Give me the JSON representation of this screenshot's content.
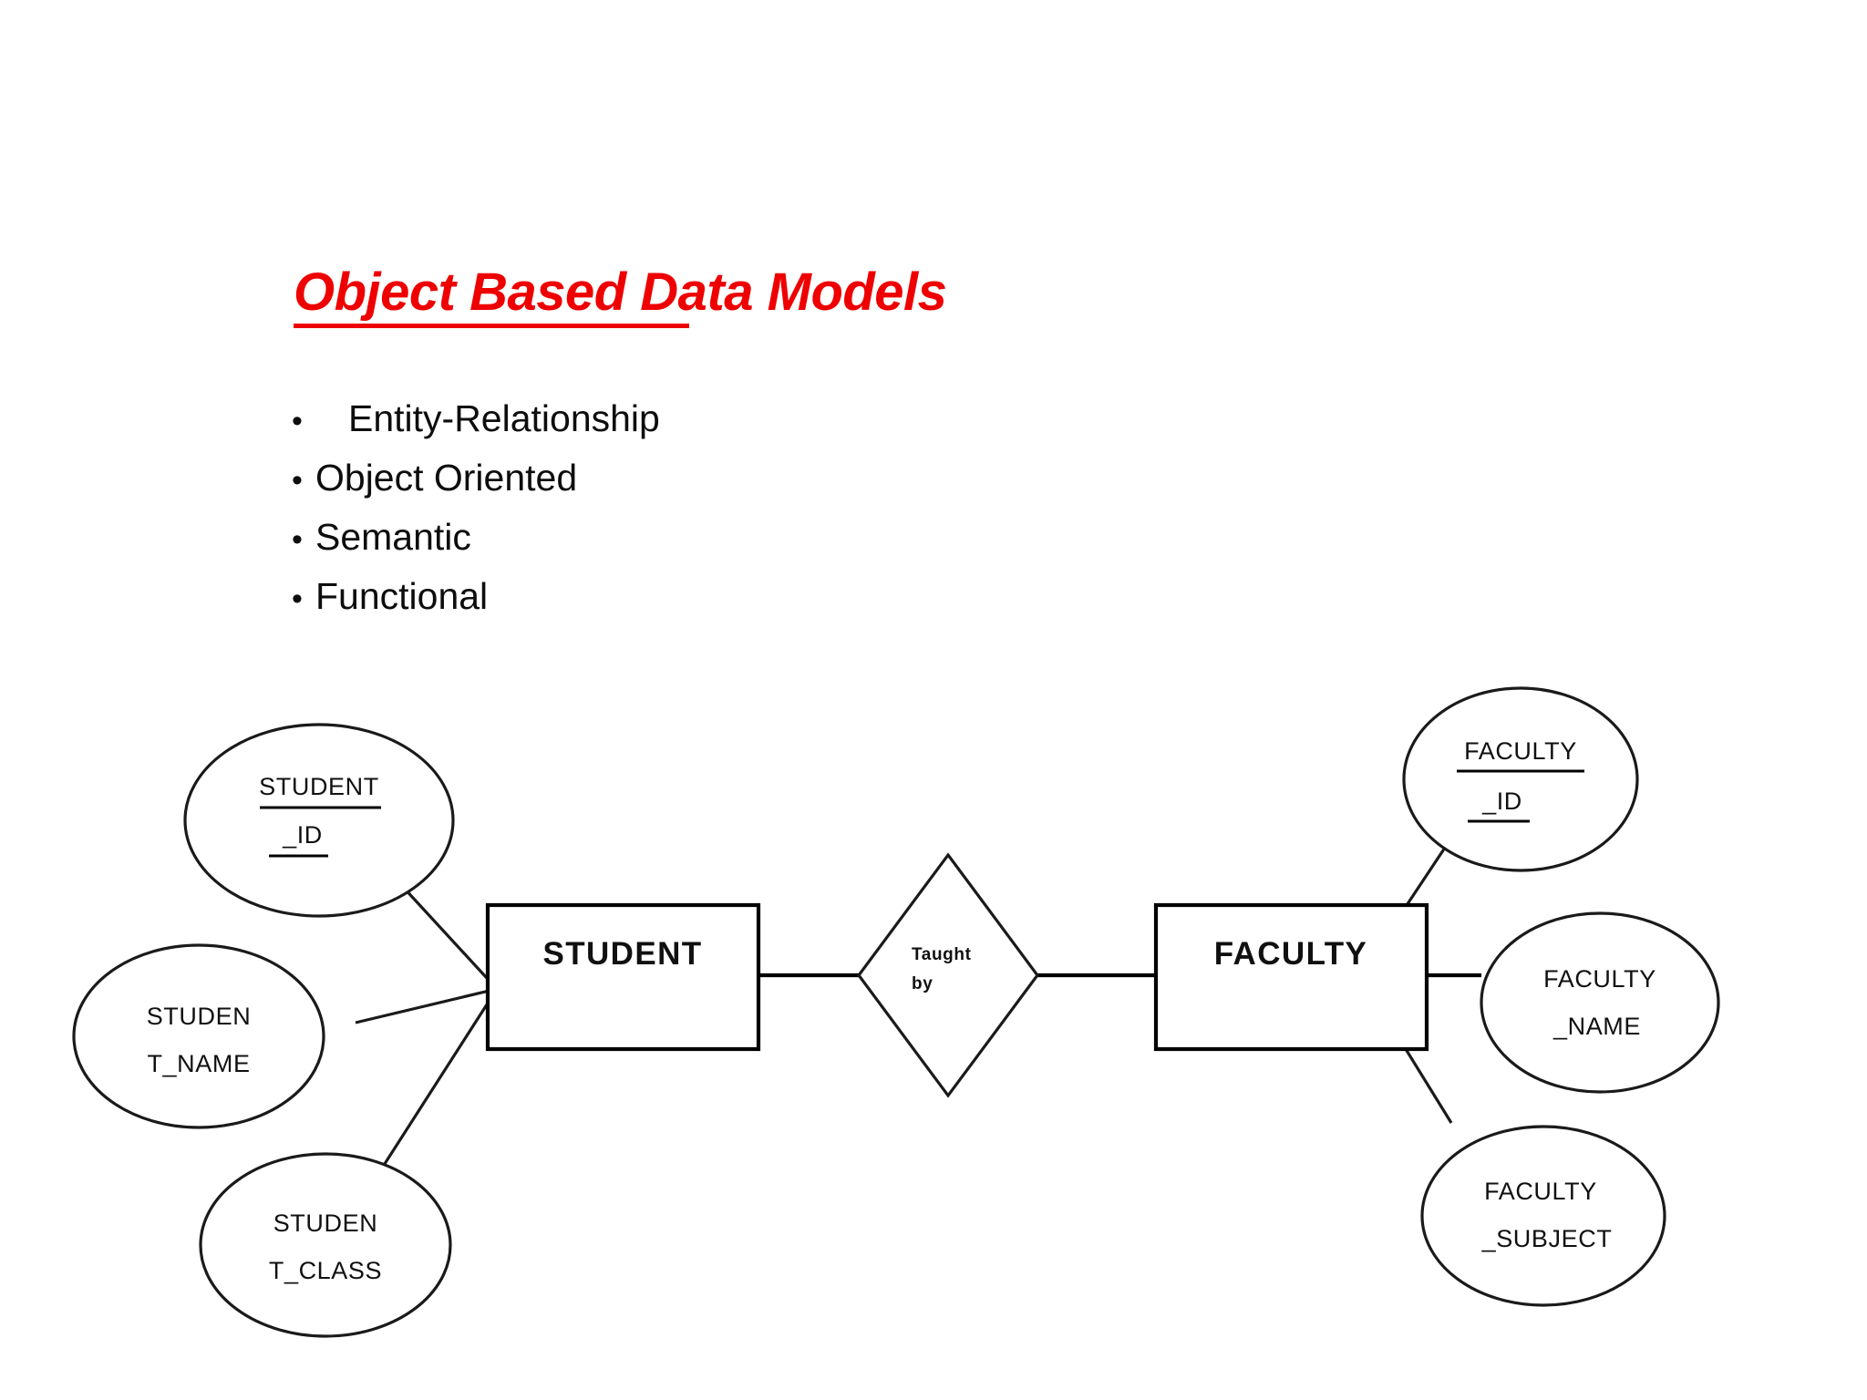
{
  "slide": {
    "title": "Object Based Data Models",
    "title_color": "#ee0000",
    "background_color": "#ffffff",
    "bullets": [
      {
        "marker": "•",
        "label": "Entity-Relationship",
        "indent": "wide"
      },
      {
        "marker": "•",
        "label": "Object Oriented",
        "indent": "narrow"
      },
      {
        "marker": "•",
        "label": "Semantic",
        "indent": "narrow"
      },
      {
        "marker": "•",
        "label": "Functional",
        "indent": "narrow"
      }
    ]
  },
  "diagram": {
    "type": "entity-relationship",
    "entities": [
      {
        "id": "student",
        "label": "STUDENT"
      },
      {
        "id": "faculty",
        "label": "FACULTY"
      }
    ],
    "relationships": [
      {
        "id": "taught-by",
        "line1": "Taught",
        "line2": "by",
        "connects": [
          "STUDENT",
          "FACULTY"
        ]
      }
    ],
    "attributes": [
      {
        "id": "student-id",
        "line1": "STUDENT",
        "line2": "_ID",
        "owner": "STUDENT",
        "key": true
      },
      {
        "id": "student-name",
        "line1": "STUDEN",
        "line2": "T_NAME",
        "owner": "STUDENT",
        "key": false
      },
      {
        "id": "student-class",
        "line1": "STUDEN",
        "line2": "T_CLASS",
        "owner": "STUDENT",
        "key": false
      },
      {
        "id": "faculty-id",
        "line1": "FACULTY",
        "line2": "_ID",
        "owner": "FACULTY",
        "key": true
      },
      {
        "id": "faculty-name",
        "line1": "FACULTY",
        "line2": "_NAME",
        "owner": "FACULTY",
        "key": false
      },
      {
        "id": "faculty-subject",
        "line1": "FACULTY",
        "line2": "_SUBJECT",
        "owner": "FACULTY",
        "key": false
      }
    ]
  }
}
